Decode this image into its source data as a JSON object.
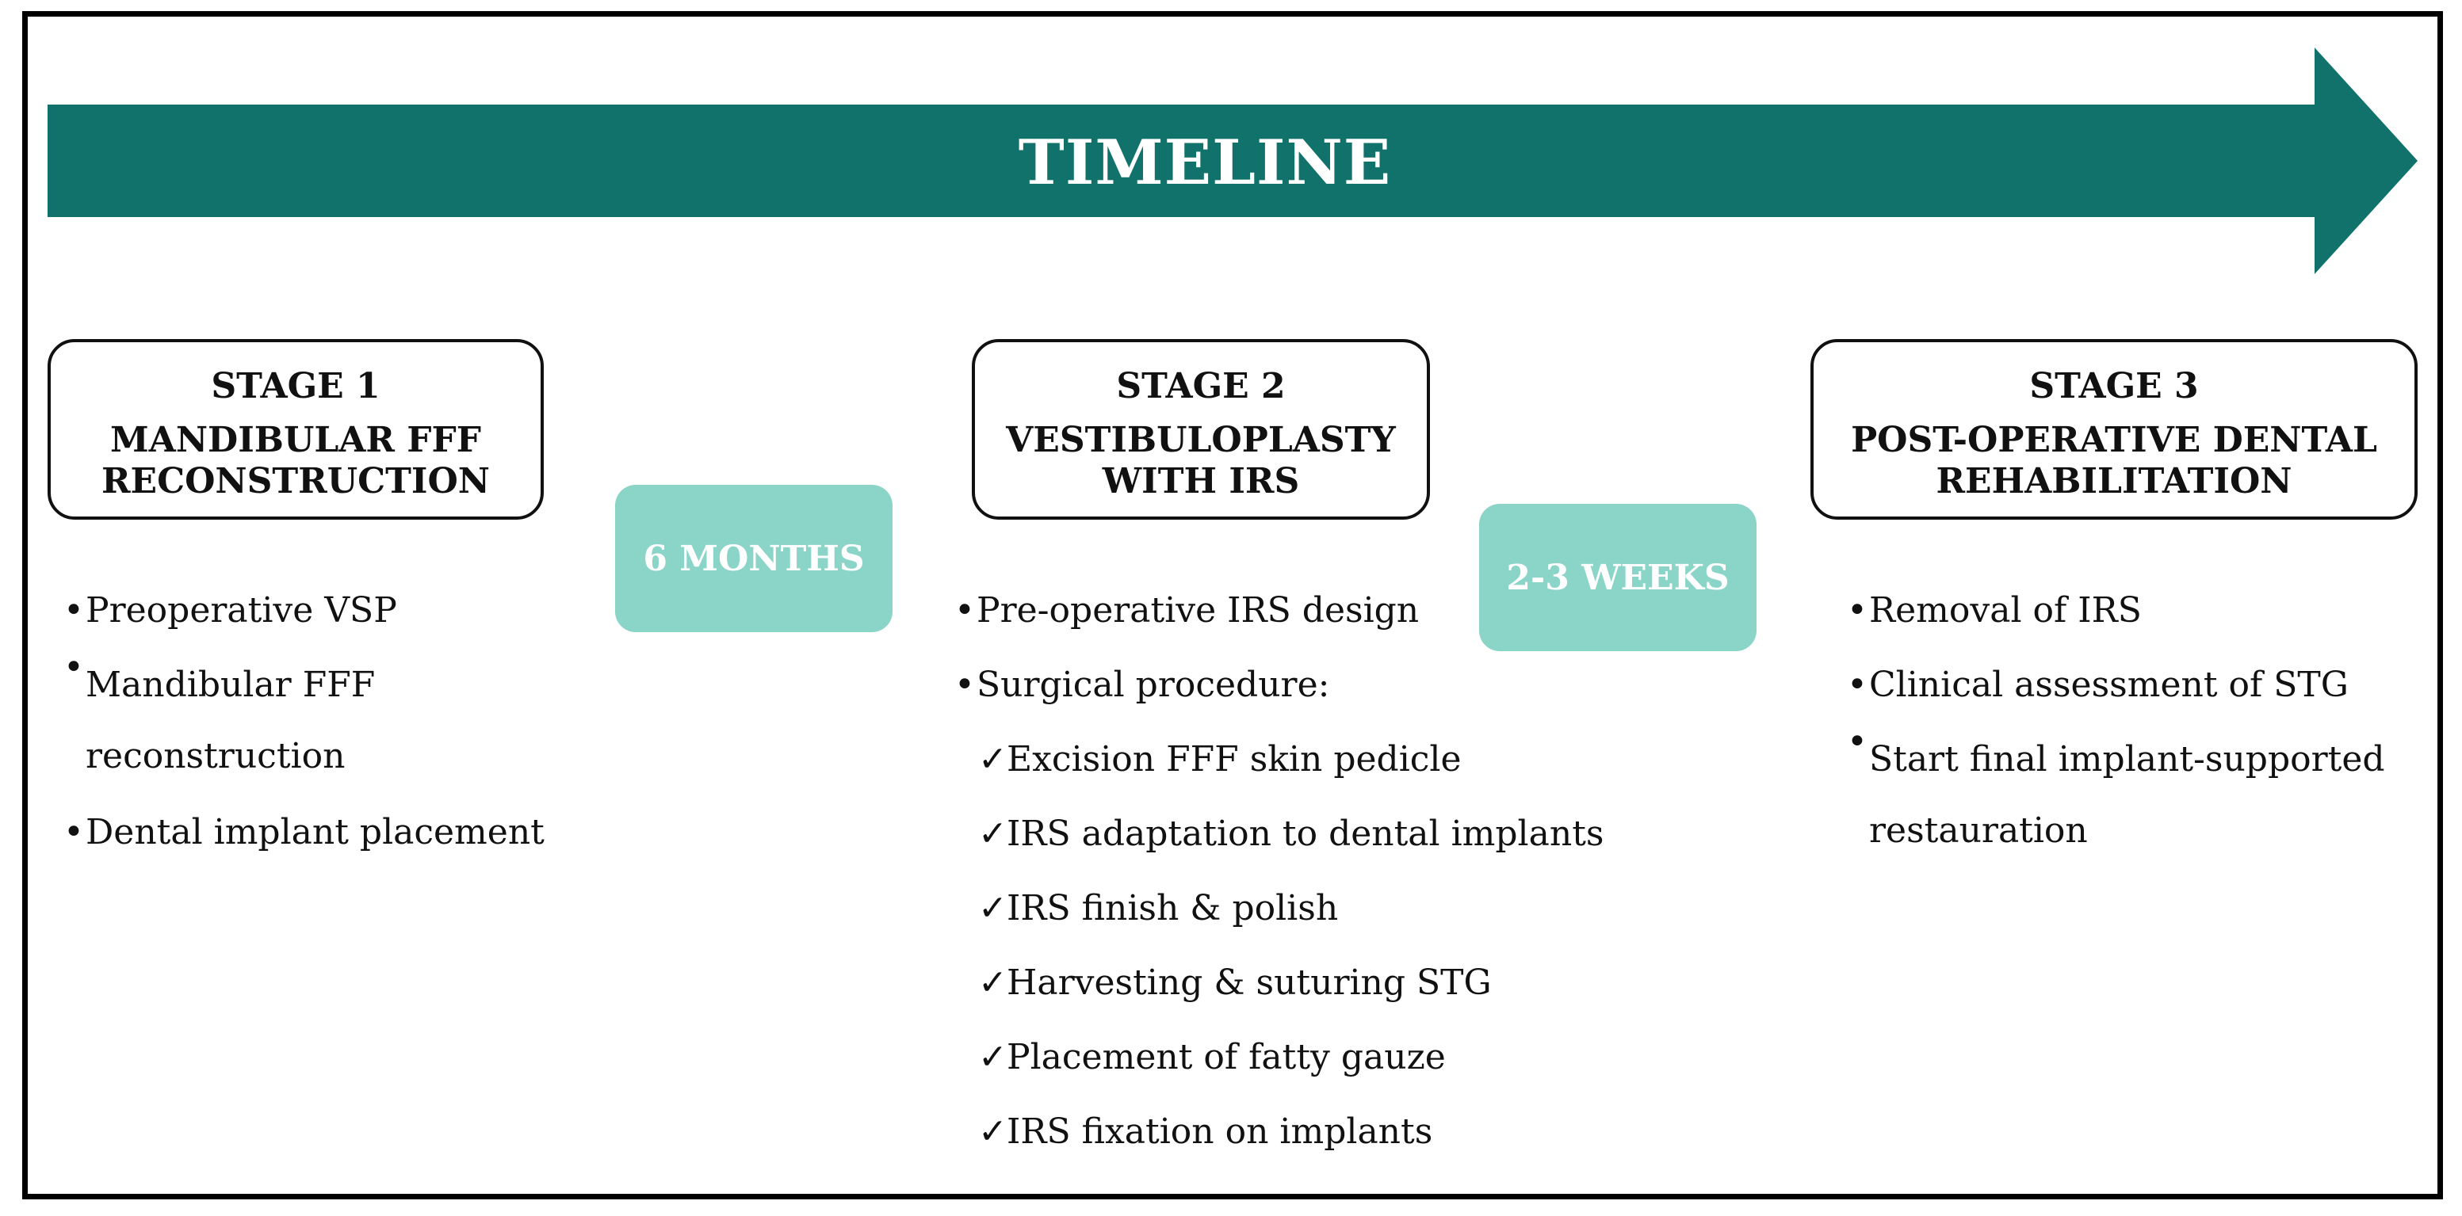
{
  "colors": {
    "arrow": "#10726a",
    "duration_pill": "#8bd4c8",
    "frame": "#000000"
  },
  "timeline": {
    "title": "TIMELINE"
  },
  "stages": [
    {
      "number": "STAGE 1",
      "name": "MANDIBULAR FFF\nRECONSTRUCTION",
      "items": [
        {
          "marker": "•",
          "text": "Preoperative VSP"
        },
        {
          "marker": "•",
          "text": "Mandibular FFF\nreconstruction"
        },
        {
          "marker": "•",
          "text": "Dental implant placement"
        }
      ]
    },
    {
      "number": "STAGE 2",
      "name": "VESTIBULOPLASTY\nWITH IRS",
      "items": [
        {
          "marker": "•",
          "text": "Pre-operative IRS design"
        },
        {
          "marker": "•",
          "text": "Surgical procedure:"
        },
        {
          "marker": "✓",
          "text": "Excision FFF skin pedicle"
        },
        {
          "marker": "✓",
          "text": "IRS adaptation to dental implants"
        },
        {
          "marker": "✓",
          "text": "IRS finish & polish"
        },
        {
          "marker": "✓",
          "text": "Harvesting & suturing STG"
        },
        {
          "marker": "✓",
          "text": "Placement of fatty gauze"
        },
        {
          "marker": "✓",
          "text": "IRS fixation on implants"
        }
      ]
    },
    {
      "number": "STAGE 3",
      "name": "POST-OPERATIVE DENTAL\nREHABILITATION",
      "items": [
        {
          "marker": "•",
          "text": "Removal of IRS"
        },
        {
          "marker": "•",
          "text": "Clinical assessment of STG"
        },
        {
          "marker": "•",
          "text": "Start final implant-supported\nrestauration"
        }
      ]
    }
  ],
  "durations": [
    {
      "label": "6 MONTHS"
    },
    {
      "label": "2-3 WEEKS"
    }
  ]
}
